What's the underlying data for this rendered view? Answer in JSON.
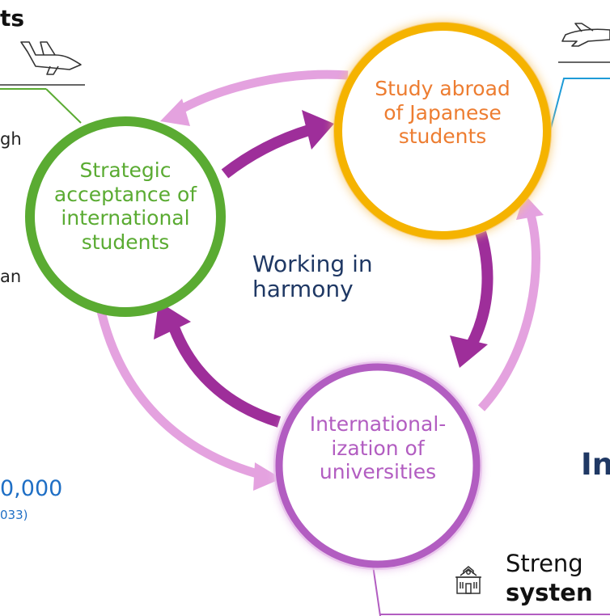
{
  "top_left_title_fragment": "ts",
  "left_text_fragments": [
    "gh",
    "an"
  ],
  "circles": {
    "strategic_acceptance": {
      "lines": [
        "Strategic",
        "acceptance of",
        "international",
        "students"
      ],
      "color": "#5aab32"
    },
    "study_abroad": {
      "lines": [
        "Study abroad",
        "of Japanese",
        "students"
      ],
      "color": "#f5b300",
      "text_color": "#ed7d31"
    },
    "internationalization": {
      "lines": [
        "International-",
        "ization of",
        "universities"
      ],
      "color": "#b25dc1"
    }
  },
  "center_label": [
    "Working in",
    "harmony"
  ],
  "bottom_left_number": "0,000",
  "bottom_left_sub": "033)",
  "right_heading_fragment": "In",
  "bottom_right_text": {
    "line1": "Streng",
    "line2": "systen"
  },
  "icons": [
    "airplane-icon-left",
    "airplane-icon-right",
    "school-building-icon"
  ],
  "colors": {
    "green": "#5aab32",
    "orange": "#ed7d31",
    "gold": "#f5b300",
    "purple": "#b25dc1",
    "dark_magenta": "#9e2e9a",
    "light_pink": "#e4a2df",
    "navy": "#1f3864",
    "blue": "#1f6fc5",
    "cyan": "#1e9bd7"
  }
}
